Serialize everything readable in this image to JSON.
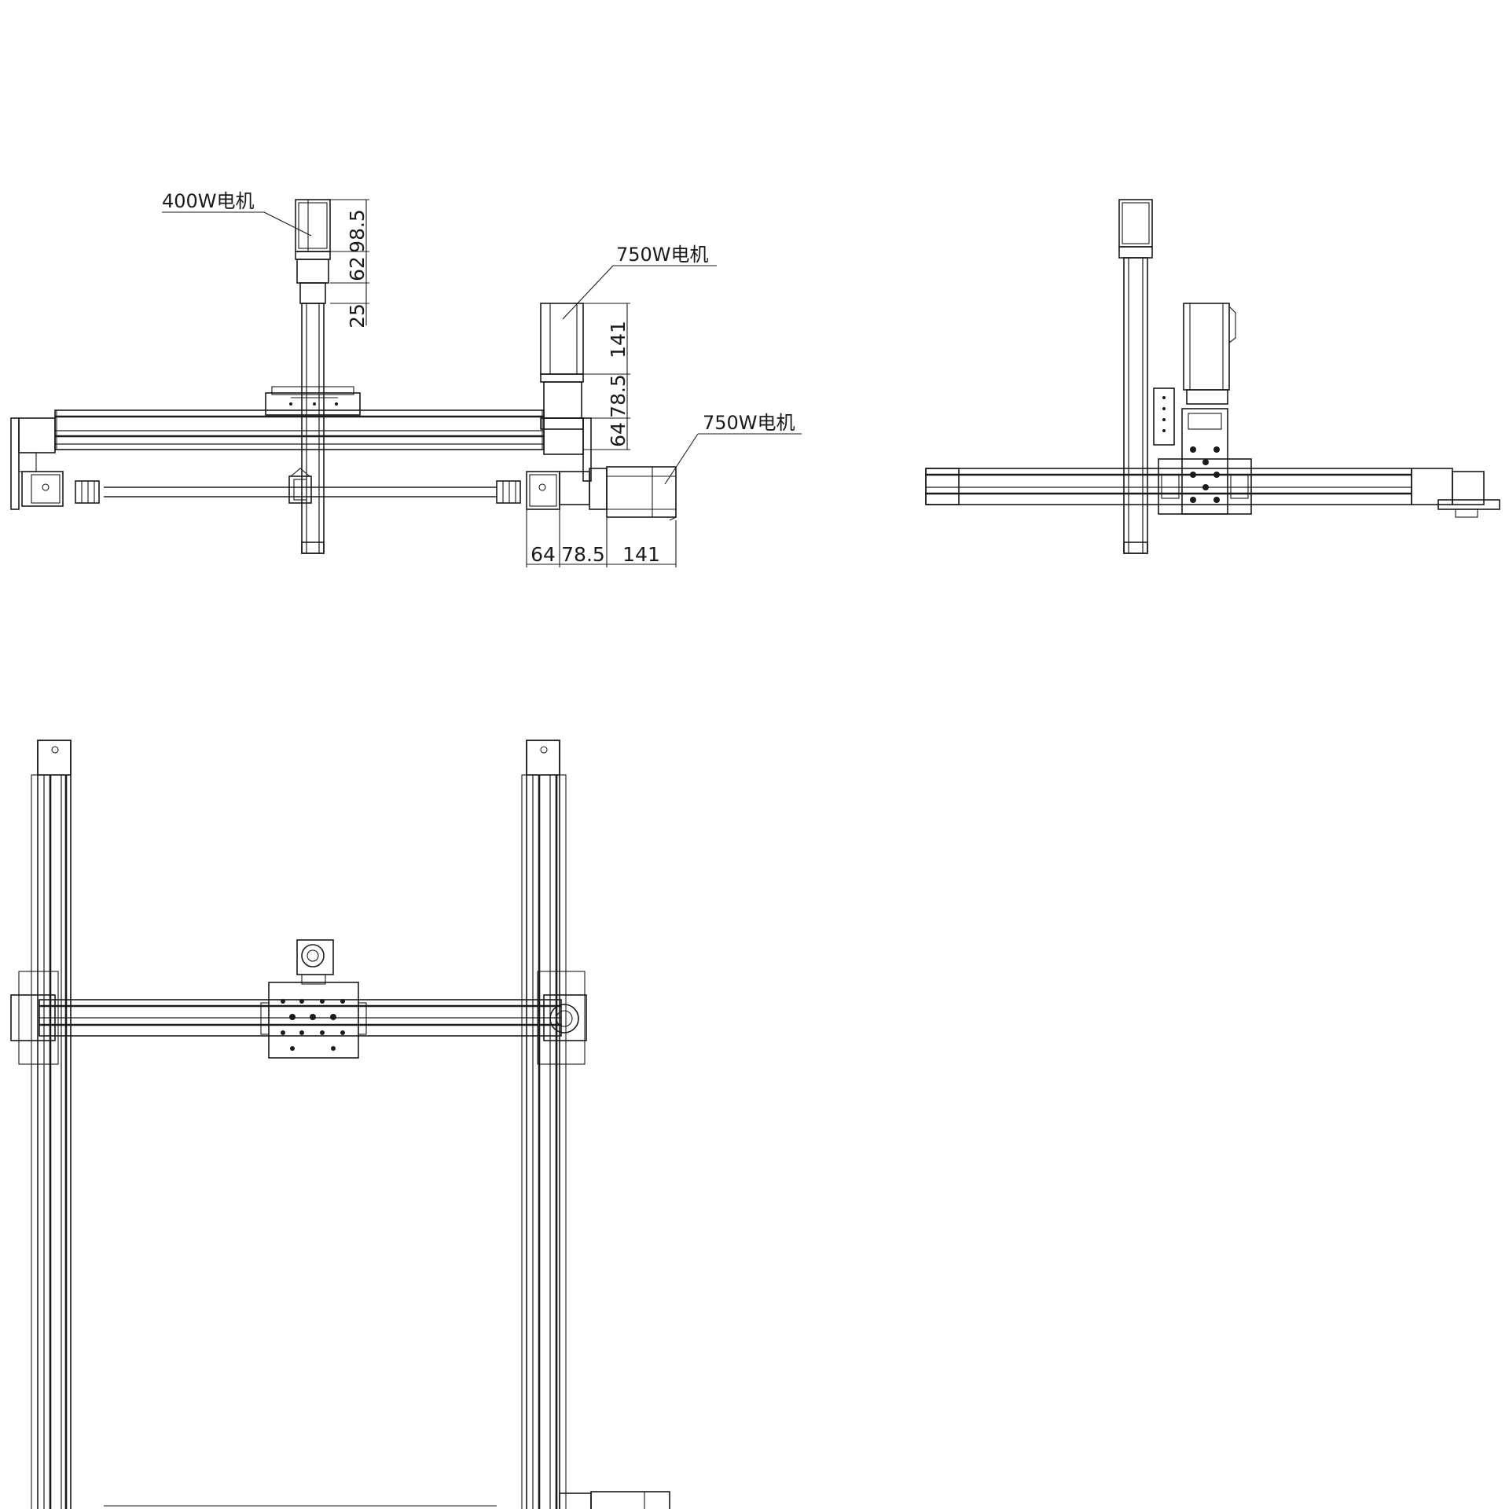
{
  "callouts": {
    "motor_top": "400W电机",
    "motor_right_upper": "750W电机",
    "motor_right_side": "750W电机"
  },
  "dimensions": {
    "z_motor_length": "98.5",
    "z_reducer": "62",
    "z_flange": "25",
    "y_motor_length": "141",
    "y_reducer": "78.5",
    "y_flange": "64",
    "x_flange": "64",
    "x_reducer": "78.5",
    "x_motor_length": "141"
  }
}
